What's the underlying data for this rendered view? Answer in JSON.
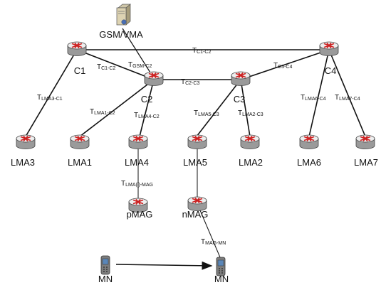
{
  "colors": {
    "router_body": "#9a9a9a",
    "router_top": "#eeeeee",
    "router_mark": "#cc1f1f",
    "line": "#111111",
    "phone_screen": "#5a86b8"
  },
  "nodes": {
    "gsm": {
      "label": "GSM/VMA",
      "icon": "server-icon"
    },
    "c1": {
      "label": "C1",
      "icon": "router-icon"
    },
    "c2": {
      "label": "C2",
      "icon": "router-icon"
    },
    "c3": {
      "label": "C3",
      "icon": "router-icon"
    },
    "c4": {
      "label": "C4",
      "icon": "router-icon"
    },
    "lma3": {
      "label": "LMA3",
      "icon": "router-icon"
    },
    "lma1": {
      "label": "LMA1",
      "icon": "router-icon"
    },
    "lma4": {
      "label": "LMA4",
      "icon": "router-icon"
    },
    "lma5": {
      "label": "LMA5",
      "icon": "router-icon"
    },
    "lma2": {
      "label": "LMA2",
      "icon": "router-icon"
    },
    "lma6": {
      "label": "LMA6",
      "icon": "router-icon"
    },
    "lma7": {
      "label": "LMA7",
      "icon": "router-icon"
    },
    "pmag": {
      "label": "pMAG",
      "icon": "router-icon"
    },
    "nmag": {
      "label": "nMAG",
      "icon": "router-icon"
    },
    "mn_old": {
      "label": "MN",
      "icon": "mobile-phone-icon"
    },
    "mn_new": {
      "label": "MN",
      "icon": "mobile-phone-icon"
    }
  },
  "links": {
    "c1_c4": {
      "main": "T",
      "sub": "C1-C2"
    },
    "gsm_c2": {
      "main": "T",
      "sub": "GSM-C2"
    },
    "c1_c2": {
      "main": "T",
      "sub": "C1-C2"
    },
    "c2_c3": {
      "main": "T",
      "sub": "C2-C3"
    },
    "c3_c4": {
      "main": "T",
      "sub": "C3-C4"
    },
    "lma3_c1": {
      "main": "T",
      "sub": "LMA3-C1"
    },
    "lma1_c2": {
      "main": "T",
      "sub": "LMA1-C2"
    },
    "lma4_c2": {
      "main": "T",
      "sub": "LMA4-C2"
    },
    "lma5_c3": {
      "main": "T",
      "sub": "LMA5-C3"
    },
    "lma2_c3": {
      "main": "T",
      "sub": "LMA2-C3"
    },
    "lma6_c4": {
      "main": "T",
      "sub": "LMA6-C4"
    },
    "lma7_c4": {
      "main": "T",
      "sub": "LMA7-C4"
    },
    "lma_mag": {
      "main": "T",
      "sub": "LMA(i)-MAG"
    },
    "mag_mn": {
      "main": "T",
      "sub": "MAG-MN"
    }
  }
}
